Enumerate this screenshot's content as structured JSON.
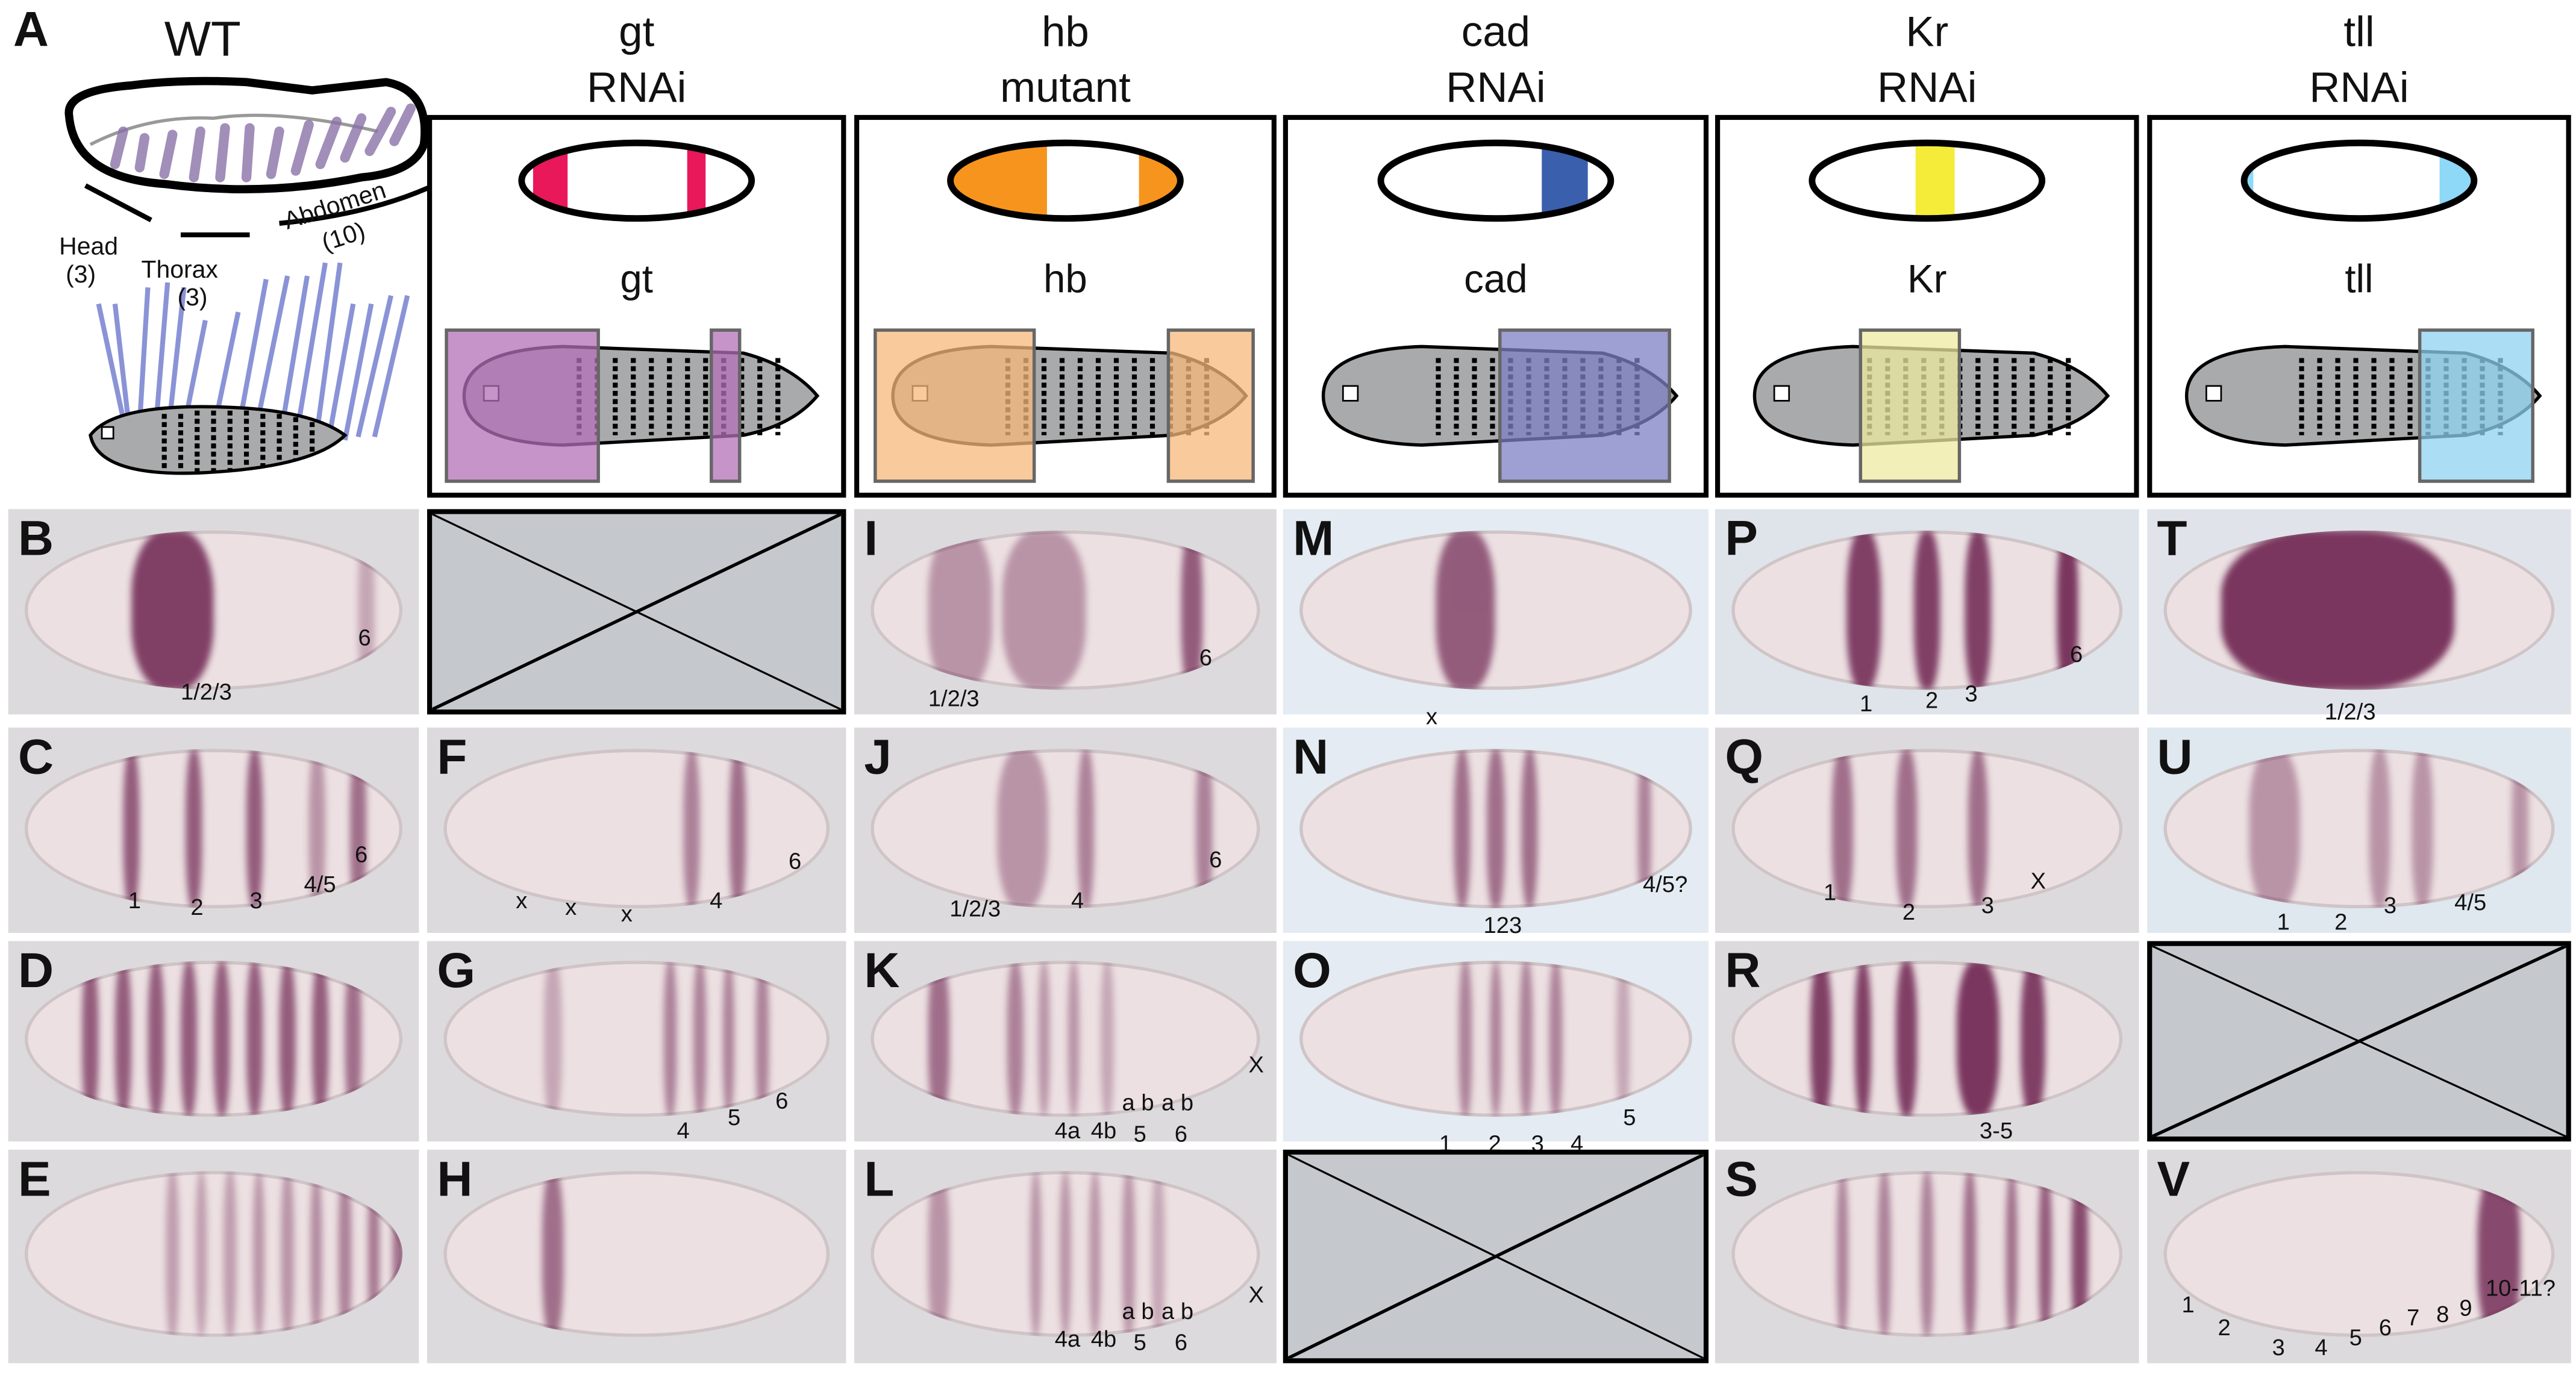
{
  "panel_a": {
    "letter": "A",
    "title": "WT",
    "regions": [
      {
        "name": "Head",
        "count": "(3)"
      },
      {
        "name": "Thorax",
        "count": "(3)"
      },
      {
        "name": "Abdomen",
        "count": "(10)"
      }
    ]
  },
  "columns": [
    {
      "gene": "gt",
      "condition": "RNAi",
      "diagram_label": "gt",
      "color": "#e8185a",
      "overlay_color": "#b470b8"
    },
    {
      "gene": "hb",
      "condition": "mutant",
      "diagram_label": "hb",
      "color": "#f7941d",
      "overlay_color": "#f7b879"
    },
    {
      "gene": "cad",
      "condition": "RNAi",
      "diagram_label": "cad",
      "color": "#3a5fad",
      "overlay_color": "#7d7fc4"
    },
    {
      "gene": "Kr",
      "condition": "RNAi",
      "diagram_label": "Kr",
      "color": "#f5ec3a",
      "overlay_color": "#eeeaa0"
    },
    {
      "gene": "tll",
      "condition": "RNAi",
      "diagram_label": "tll",
      "color": "#8ed8f8",
      "overlay_color": "#8fd3f2"
    }
  ],
  "panels": {
    "B": {
      "letter": "B",
      "labels": [
        "1/2/3",
        "6"
      ]
    },
    "C": {
      "letter": "C",
      "labels": [
        "1",
        "2",
        "3",
        "4/5",
        "6"
      ]
    },
    "D": {
      "letter": "D",
      "labels": []
    },
    "E": {
      "letter": "E",
      "labels": []
    },
    "F": {
      "letter": "F",
      "labels": [
        "x",
        "x",
        "x",
        "4",
        "6"
      ]
    },
    "G": {
      "letter": "G",
      "labels": [
        "4",
        "5",
        "6"
      ]
    },
    "H": {
      "letter": "H",
      "labels": []
    },
    "I": {
      "letter": "I",
      "labels": [
        "1/2/3",
        "6"
      ]
    },
    "J": {
      "letter": "J",
      "labels": [
        "1/2/3",
        "4",
        "6"
      ]
    },
    "K": {
      "letter": "K",
      "labels": [
        "4a",
        "4b",
        "a b",
        "a b",
        "5",
        "6",
        "X"
      ]
    },
    "L": {
      "letter": "L",
      "labels": [
        "4a",
        "4b",
        "a b",
        "a b",
        "5",
        "6",
        "X"
      ]
    },
    "M": {
      "letter": "M",
      "labels": [
        "x"
      ]
    },
    "N": {
      "letter": "N",
      "labels": [
        "123",
        "4/5?"
      ]
    },
    "O": {
      "letter": "O",
      "labels": [
        "1",
        "2",
        "3",
        "4",
        "5"
      ]
    },
    "P": {
      "letter": "P",
      "labels": [
        "1",
        "2",
        "3",
        "6"
      ]
    },
    "Q": {
      "letter": "Q",
      "labels": [
        "1",
        "2",
        "3",
        "X"
      ]
    },
    "R": {
      "letter": "R",
      "labels": [
        "3-5"
      ]
    },
    "S": {
      "letter": "S",
      "labels": []
    },
    "T": {
      "letter": "T",
      "labels": [
        "1/2/3"
      ]
    },
    "U": {
      "letter": "U",
      "labels": [
        "1",
        "2",
        "3",
        "4/5"
      ]
    },
    "V": {
      "letter": "V",
      "labels": [
        "1",
        "2",
        "3",
        "4",
        "5",
        "6",
        "7",
        "8",
        "9",
        "10-11?"
      ]
    }
  },
  "stain_color": "#6e2450"
}
